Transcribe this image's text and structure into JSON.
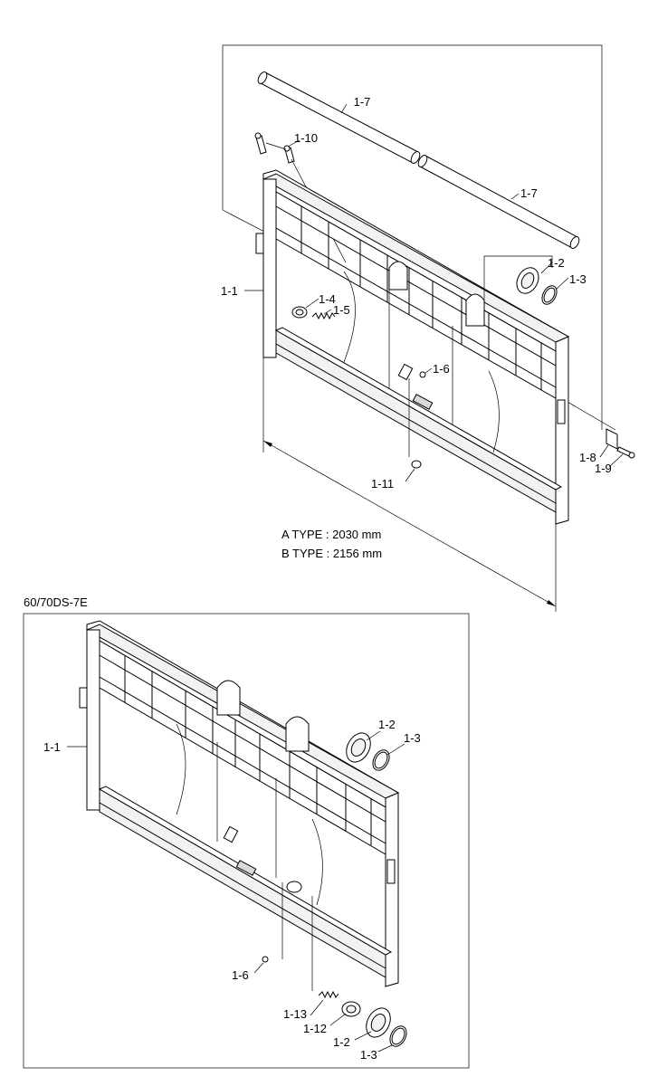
{
  "header_fragment": "",
  "upper": {
    "callouts": {
      "c1_7a": "1-7",
      "c1_10": "1-10",
      "c1_7b": "1-7",
      "c1_2": "1-2",
      "c1_3": "1-3",
      "c1_1": "1-1",
      "c1_4": "1-4",
      "c1_5": "1-5",
      "c1_6": "1-6",
      "c1_8": "1-8",
      "c1_9": "1-9",
      "c1_11": "1-11"
    },
    "dimension": {
      "a_type": "A TYPE : 2030 mm",
      "b_type": "B TYPE : 2156 mm"
    }
  },
  "lower": {
    "model_label": "60/70DS-7E",
    "callouts": {
      "c1_1": "1-1",
      "c1_2": "1-2",
      "c1_3": "1-3",
      "c1_6": "1-6",
      "c1_13": "1-13",
      "c1_12": "1-12",
      "c1_2b": "1-2",
      "c1_3b": "1-3"
    }
  }
}
